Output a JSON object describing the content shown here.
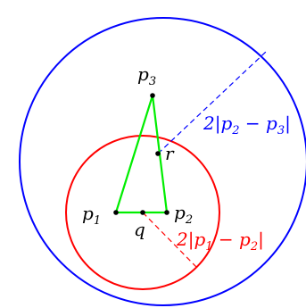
{
  "colors": {
    "outer_circle": "#0000ff",
    "inner_circle": "#ff0000",
    "triangle": "#00ee00",
    "points": "#000000",
    "text": "#000000"
  },
  "labels": {
    "p1": {
      "base": "p",
      "sub": "1"
    },
    "p2": {
      "base": "p",
      "sub": "2"
    },
    "p3": {
      "base": "p",
      "sub": "3"
    },
    "q": "q",
    "r": "r"
  },
  "dims": {
    "blue": {
      "prefix": "2|",
      "a": "p",
      "a_sub": "2",
      "minus": " − ",
      "b": "p",
      "b_sub": "3",
      "suffix": "|"
    },
    "red": {
      "prefix": "2|",
      "a": "p",
      "a_sub": "1",
      "minus": " − ",
      "b": "p",
      "b_sub": "2",
      "suffix": "|"
    }
  }
}
